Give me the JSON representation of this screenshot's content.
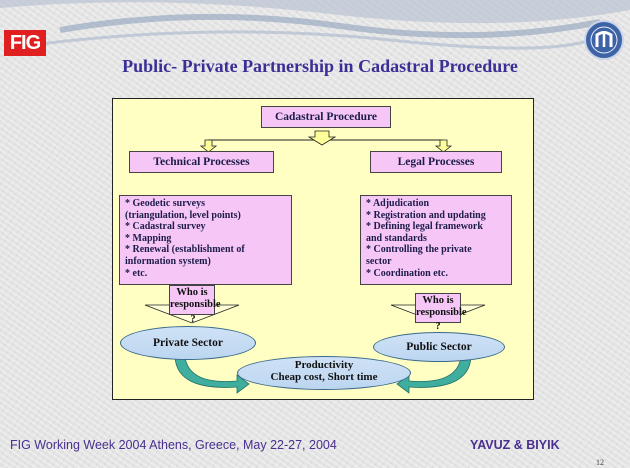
{
  "slide": {
    "title": "Public- Private Partnership in Cadastral Procedure",
    "logo_text": "FIG",
    "footer_text": "FIG Working Week 2004 Athens, Greece, May 22-27, 2004",
    "footer_authors": "YAVUZ & BIYIK",
    "page_number": "12"
  },
  "diagram": {
    "root": "Cadastral Procedure",
    "technical": {
      "title": "Technical Processes",
      "items": [
        "* Geodetic surveys",
        "(triangulation, level points)",
        "*  Cadastral survey",
        "* Mapping",
        "* Renewal (establishment of",
        "information system)",
        "* etc."
      ]
    },
    "legal": {
      "title": "Legal Processes",
      "items": [
        "* Adjudication",
        "* Registration and updating",
        "* Defining legal framework",
        "and standards",
        "* Controlling the private",
        "sector",
        "* Coordination etc."
      ]
    },
    "responsible_left": [
      "Who is",
      "responsible",
      "?"
    ],
    "responsible_right": [
      "Who is",
      "responsible",
      "?"
    ],
    "private_sector": "Private Sector",
    "public_sector": "Public Sector",
    "productivity": {
      "line1": "Productivity",
      "line2": "Cheap cost, Short time"
    }
  },
  "colors": {
    "title": "#3a2f96",
    "panel": "#ffffc4",
    "box": "#f6c6f6",
    "ellipse": "#c6dcf3",
    "arrow": "#2f9a8c"
  }
}
